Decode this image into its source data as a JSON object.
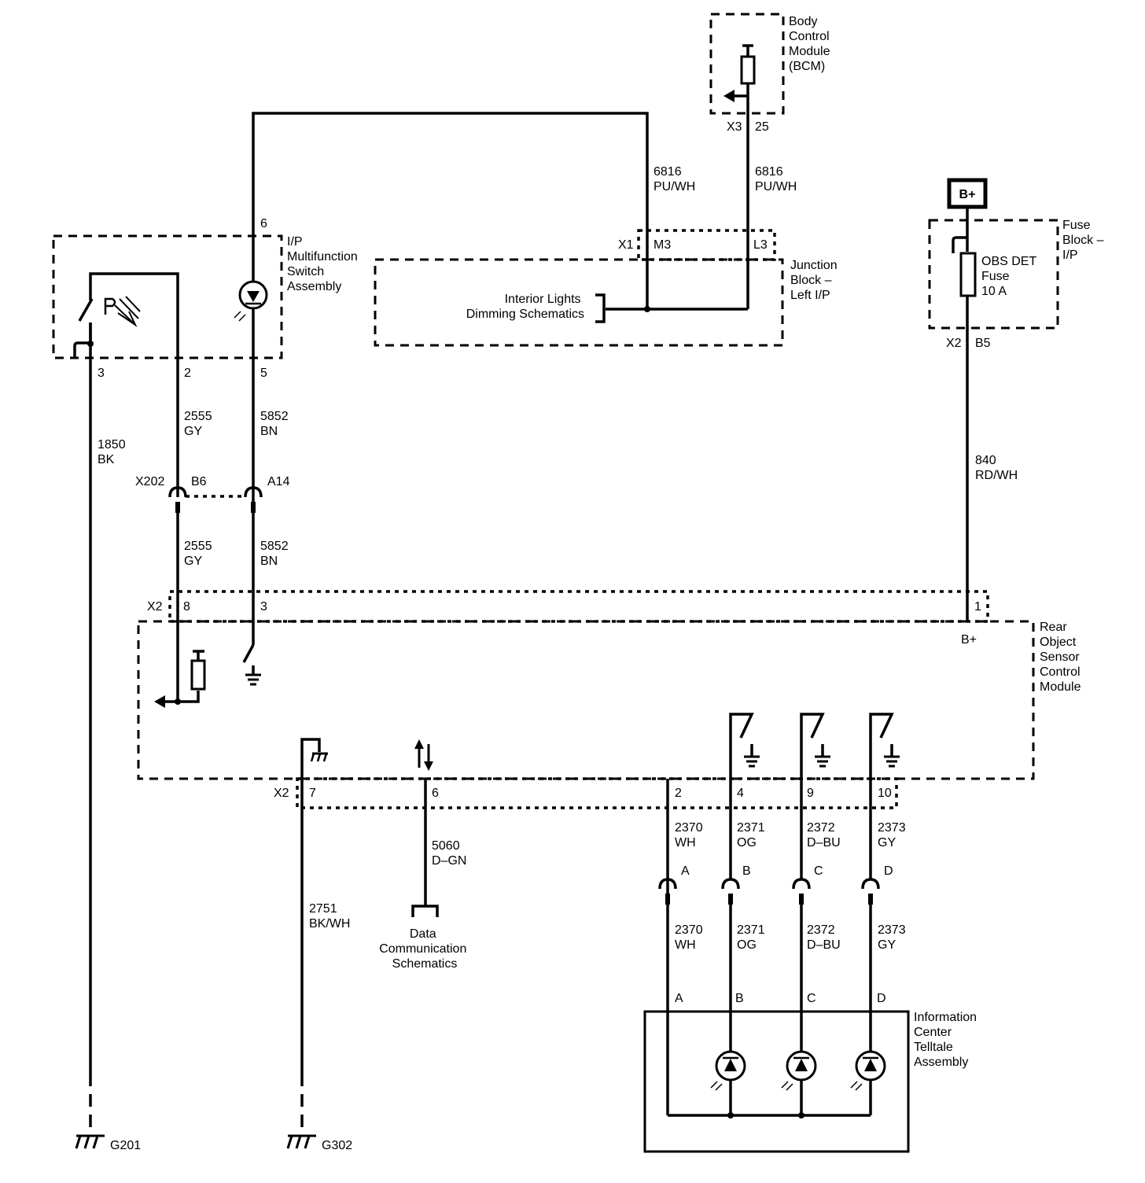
{
  "components": {
    "bcm": [
      "Body",
      "Control",
      "Module",
      "(BCM)"
    ],
    "ip_switch": [
      "I/P",
      "Multifunction",
      "Switch",
      "Assembly"
    ],
    "junction_block": [
      "Junction",
      "Block –",
      "Left I/P"
    ],
    "fuse_block": [
      "Fuse",
      "Block –",
      "I/P"
    ],
    "rear_module": [
      "Rear",
      "Object",
      "Sensor",
      "Control",
      "Module"
    ],
    "info_center": [
      "Information",
      "Center",
      "Telltale",
      "Assembly"
    ]
  },
  "power": {
    "battery": "B+",
    "module_supply": "B+",
    "fuse": [
      "OBS DET",
      "Fuse",
      "10 A"
    ]
  },
  "references": {
    "interior": [
      "Interior Lights",
      "Dimming Schematics"
    ],
    "data": [
      "Data",
      "Communication",
      "Schematics"
    ]
  },
  "grounds": {
    "g201": "G201",
    "g302": "G302"
  },
  "connectors": {
    "x1": "X1",
    "x2": "X2",
    "x3": "X3",
    "x202": "X202",
    "b6": "B6",
    "a14": "A14",
    "m3": "M3",
    "l3": "L3",
    "p25": "25",
    "b5": "B5",
    "p1": "1",
    "p6": "6",
    "p5": "5",
    "p3": "3",
    "p2": "2",
    "p8": "8",
    "p3b": "3",
    "p7": "7",
    "p6b": "6",
    "p2b": "2",
    "p4": "4",
    "p9": "9",
    "p10": "10",
    "a": "A",
    "b": "B",
    "c": "C",
    "d": "D"
  },
  "wires": {
    "w6816": [
      "6816",
      "PU/WH"
    ],
    "w1850": [
      "1850",
      "BK"
    ],
    "w2555": [
      "2555",
      "GY"
    ],
    "w5852": [
      "5852",
      "BN"
    ],
    "w840": [
      "840",
      "RD/WH"
    ],
    "w2751": [
      "2751",
      "BK/WH"
    ],
    "w5060": [
      "5060",
      "D–GN"
    ],
    "w2370": [
      "2370",
      "WH"
    ],
    "w2371": [
      "2371",
      "OG"
    ],
    "w2372": [
      "2372",
      "D–BU"
    ],
    "w2373": [
      "2373",
      "GY"
    ]
  }
}
